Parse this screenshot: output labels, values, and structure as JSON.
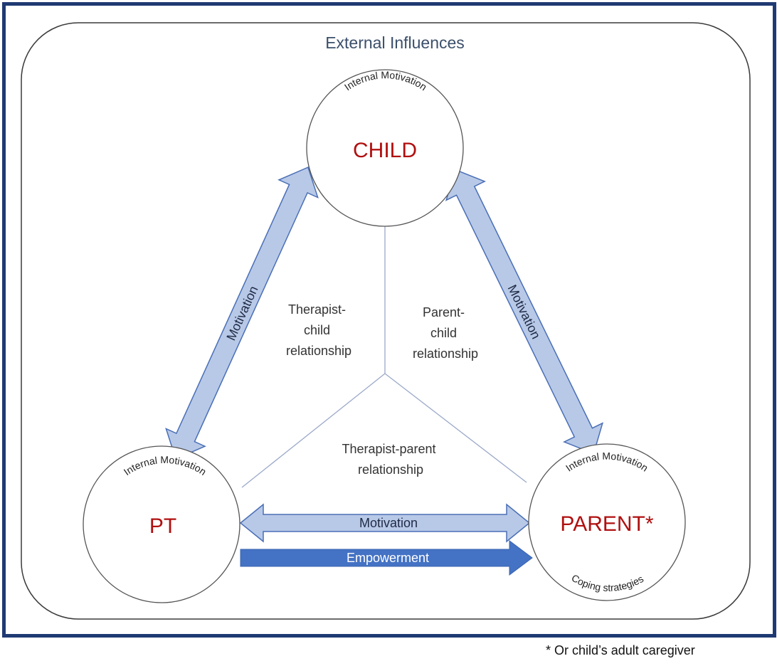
{
  "title": "External Influences",
  "nodes": {
    "child": {
      "label": "CHILD",
      "arc": "Internal Motivation"
    },
    "pt": {
      "label": "PT",
      "arc": "Internal Motivation"
    },
    "parent": {
      "label": "PARENT*",
      "arc": "Internal Motivation",
      "bottom_arc": "Coping strategies"
    }
  },
  "relationships": {
    "therapist_child": [
      "Therapist-",
      "child",
      "relationship"
    ],
    "parent_child": [
      "Parent-",
      "child",
      "relationship"
    ],
    "therapist_parent": [
      "Therapist-parent",
      "relationship"
    ]
  },
  "arrows": {
    "left_motivation": "Motivation",
    "right_motivation": "Motivation",
    "bottom_motivation": "Motivation",
    "empowerment": "Empowerment"
  },
  "footnote": "* Or child’s adult caregiver",
  "colors": {
    "frame": "#1f3a73",
    "title": "#3b4f6b",
    "node_label": "#b01010",
    "arrow_light_fill": "#b8c9e8",
    "arrow_light_stroke": "#4a6fb5",
    "arrow_dark_fill": "#4472c4"
  }
}
